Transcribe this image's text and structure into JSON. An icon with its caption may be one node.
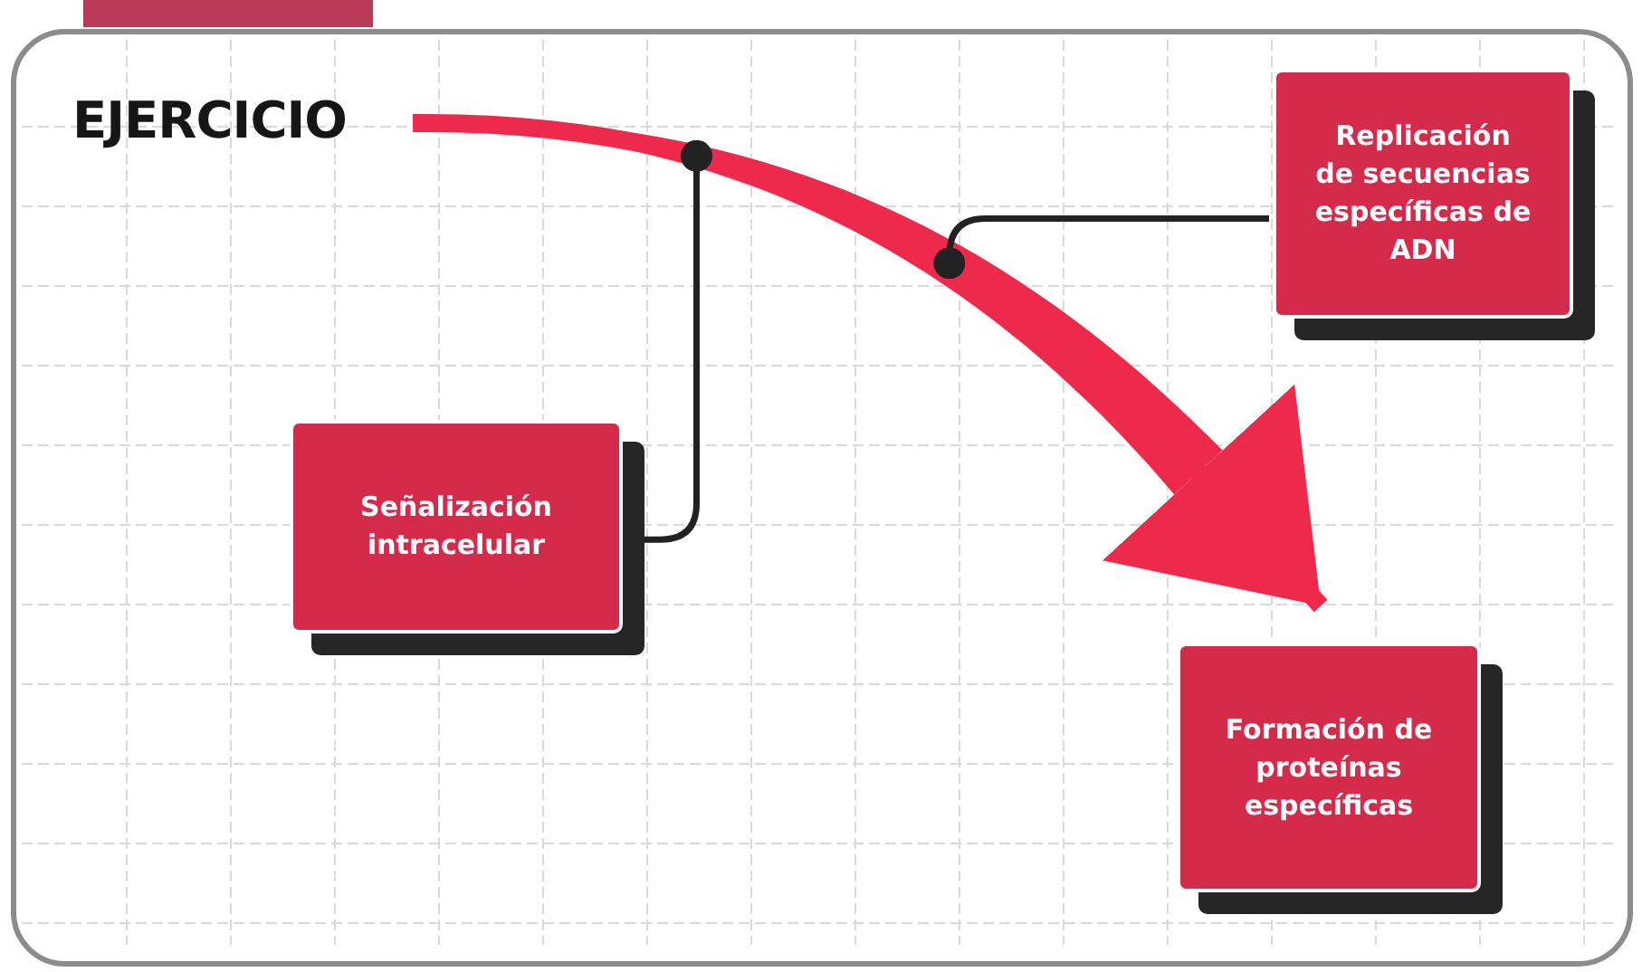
{
  "diagram": {
    "nodes": [
      {
        "text": [
          "EJERCICIO"
        ]
      },
      {
        "text": [
          "Replicación de secuencias específicas de ADN"
        ]
      },
      {
        "text": [
          "Señalización intracelular"
        ]
      },
      {
        "text": [
          "Formación de proteínas específicas"
        ]
      }
    ],
    "edges": [
      {
        "from": 0,
        "to": 3,
        "arrow": "to",
        "style": "thick",
        "color": "#ee2a4c"
      },
      {
        "from": 1,
        "to": null,
        "arrow": "other"
      },
      {
        "from": 2,
        "to": null,
        "arrow": "other"
      }
    ]
  }
}
